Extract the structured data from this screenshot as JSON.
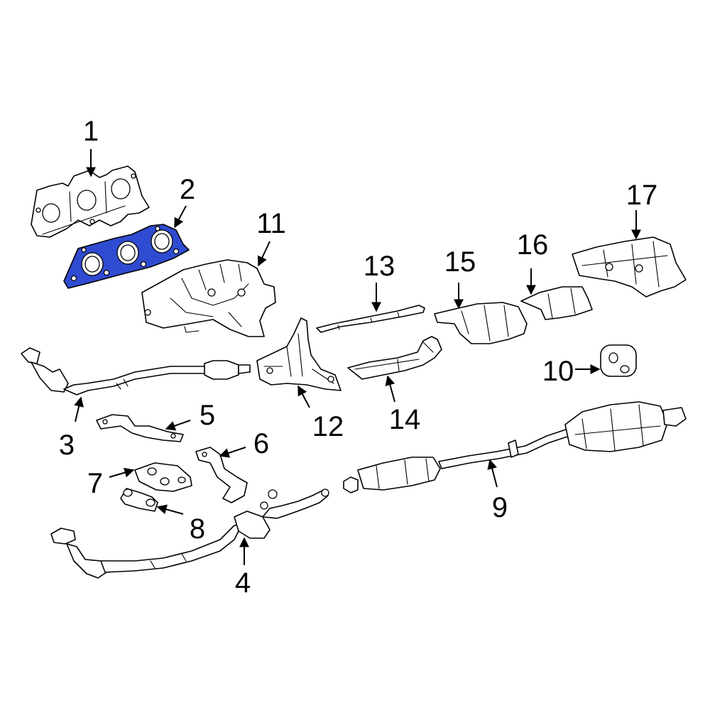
{
  "highlight_color": "#2f4bd1",
  "callouts": {
    "c1": "1",
    "c2": "2",
    "c3": "3",
    "c4": "4",
    "c5": "5",
    "c6": "6",
    "c7": "7",
    "c8": "8",
    "c9": "9",
    "c10": "10",
    "c11": "11",
    "c12": "12",
    "c13": "13",
    "c14": "14",
    "c15": "15",
    "c16": "16",
    "c17": "17"
  }
}
